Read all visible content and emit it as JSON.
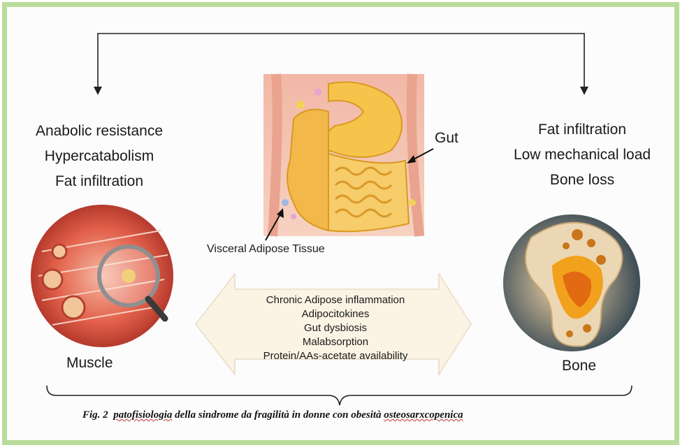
{
  "left": {
    "items": [
      "Anabolic resistance",
      "Hypercatabolism",
      "Fat infiltration"
    ],
    "organ_label": "Muscle"
  },
  "right": {
    "items": [
      "Fat infiltration",
      "Low mechanical load",
      "Bone loss"
    ],
    "organ_label": "Bone"
  },
  "center": {
    "gut_label": "Gut",
    "vat_label": "Visceral Adipose Tissue",
    "mechanisms": [
      "Chronic Adipose inflammation",
      "Adipocitokines",
      "Gut dysbiosis",
      "Malabsorption",
      "Protein/AAs-acetate availability"
    ]
  },
  "caption": {
    "prefix": "Fig. 2",
    "text_a": "patofisiologia",
    "text_b": " della sindrome da fragilità in donne con obesità ",
    "text_c": "osteosarxcopenica"
  },
  "colors": {
    "frame_border": "#b9dc9a",
    "muscle": "#d9473a",
    "bone_marrow": "#e9a21f",
    "gut": "#f4c453",
    "arrow_fill": "#fbf3e4"
  }
}
